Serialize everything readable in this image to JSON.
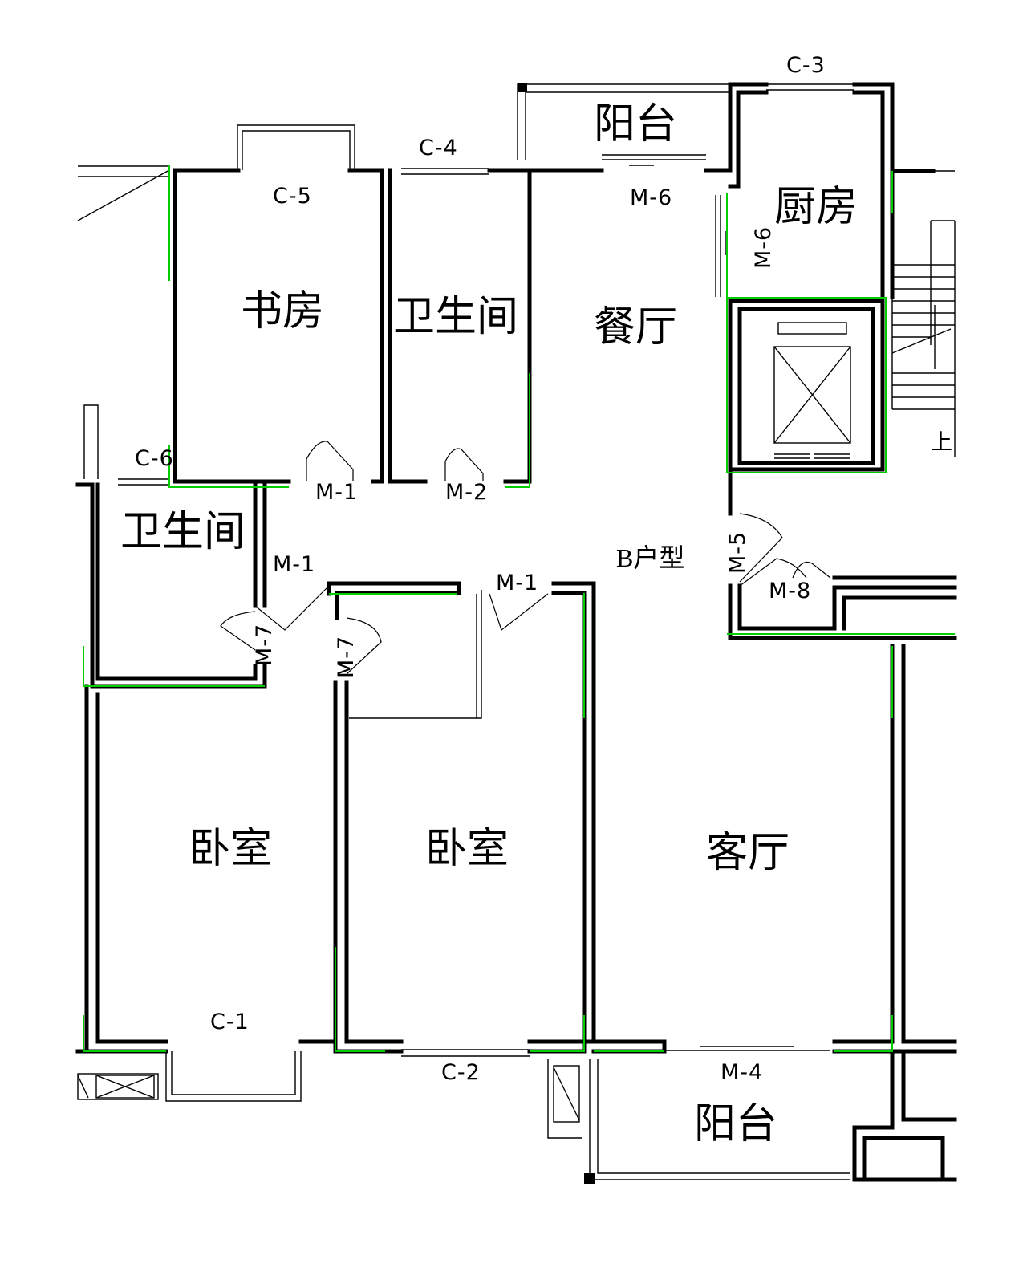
{
  "colors": {
    "wall": "#000000",
    "wall_edge": "#00cc00",
    "background": "#ffffff"
  },
  "unit_type": "B户型",
  "rooms": {
    "study": "书房",
    "bath_north": "卫生间",
    "dining": "餐厅",
    "kitchen": "厨房",
    "balcony_north": "阳台",
    "bath_west": "卫生间",
    "bedroom_west": "卧室",
    "bedroom_middle": "卧室",
    "living": "客厅",
    "balcony_south": "阳台"
  },
  "windows": {
    "c1": "C-1",
    "c2": "C-2",
    "c3": "C-3",
    "c4": "C-4",
    "c5": "C-5",
    "c6": "C-6"
  },
  "doors": {
    "m1_study": "M-1",
    "m2_bath": "M-2",
    "m1_hall": "M-1",
    "m1_bedroom": "M-1",
    "m7_bath": "M-7",
    "m7_bedroom": "M-7",
    "m6_balcony": "M-6",
    "m6_kitchen": "M-6",
    "m5_entry": "M-5",
    "m8": "M-8",
    "m4": "M-4"
  },
  "stair_arrow_label": "上"
}
